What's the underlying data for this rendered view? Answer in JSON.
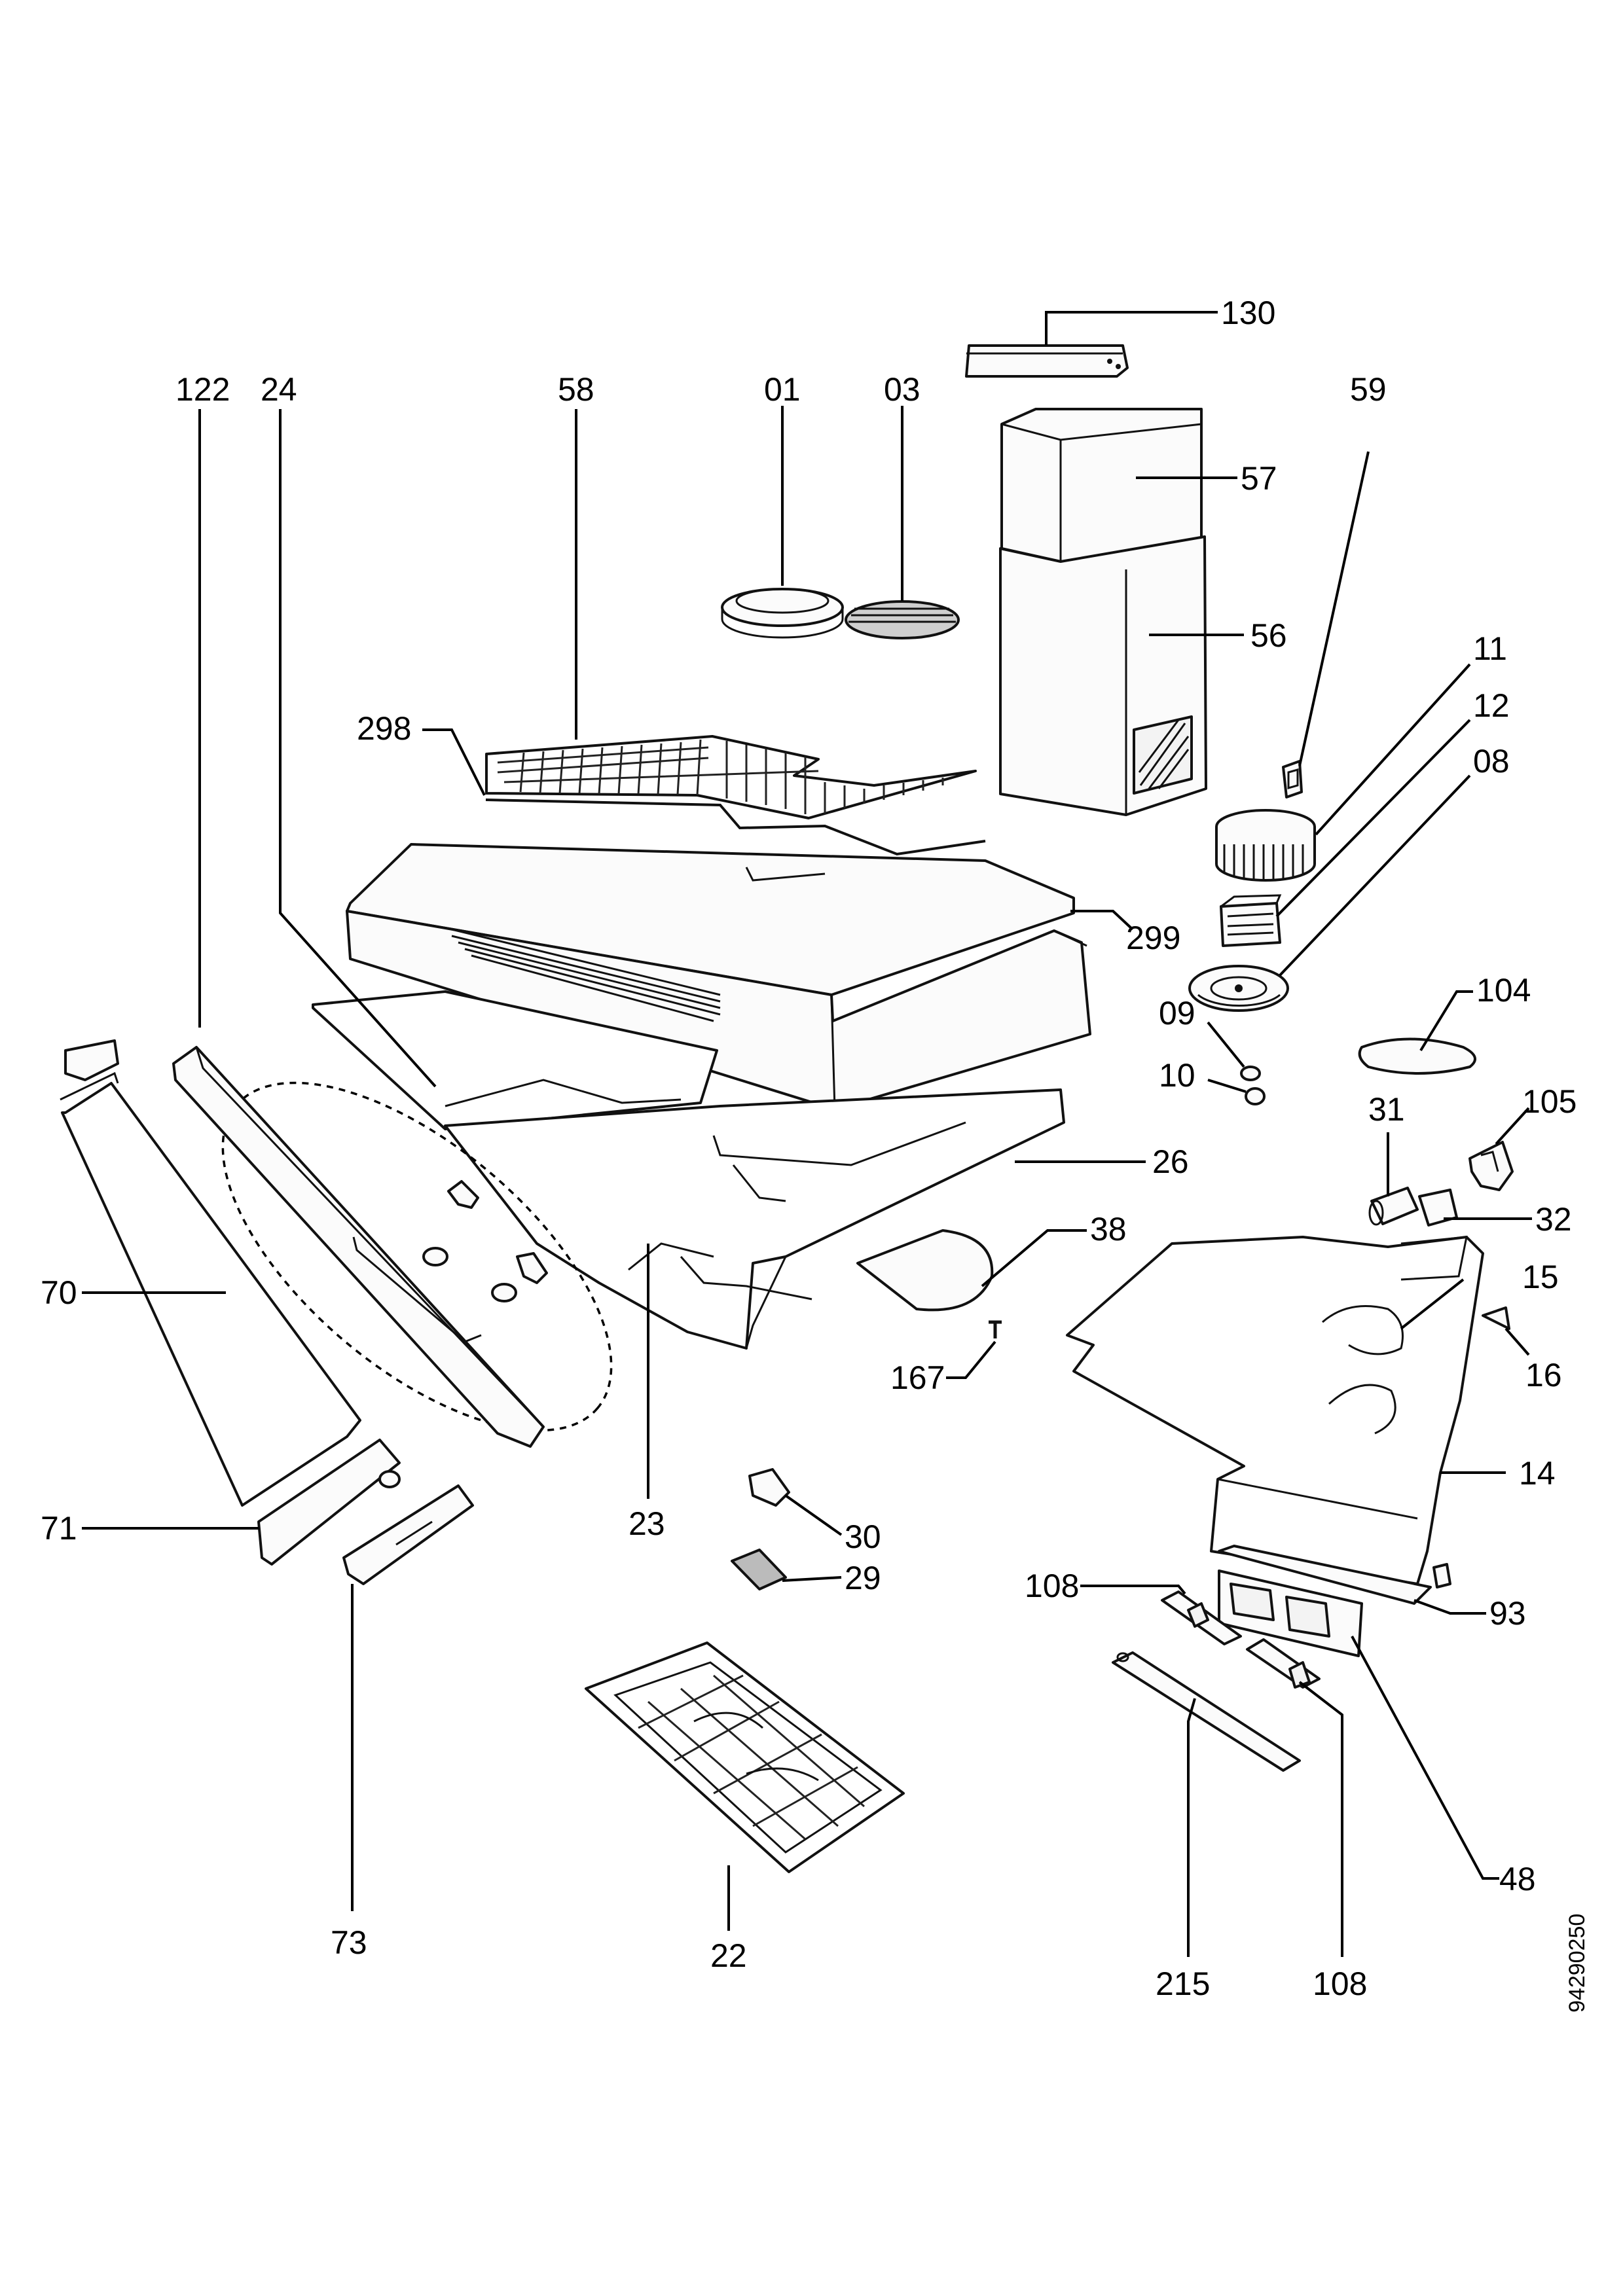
{
  "diagram": {
    "document_id": "94290250",
    "callouts": {
      "c130": "130",
      "c122": "122",
      "c24": "24",
      "c58": "58",
      "c01": "01",
      "c03": "03",
      "c59": "59",
      "c57": "57",
      "c56": "56",
      "c11": "11",
      "c12": "12",
      "c08": "08",
      "c298": "298",
      "c299": "299",
      "c09": "09",
      "c104": "104",
      "c10": "10",
      "c31": "31",
      "c105": "105",
      "c26": "26",
      "c32": "32",
      "c38": "38",
      "c15": "15",
      "c70": "70",
      "c16": "16",
      "c167": "167",
      "c14": "14",
      "c30": "30",
      "c71": "71",
      "c23": "23",
      "c29": "29",
      "c108a": "108",
      "c93": "93",
      "c48": "48",
      "c73": "73",
      "c22": "22",
      "c215": "215",
      "c108b": "108"
    }
  }
}
